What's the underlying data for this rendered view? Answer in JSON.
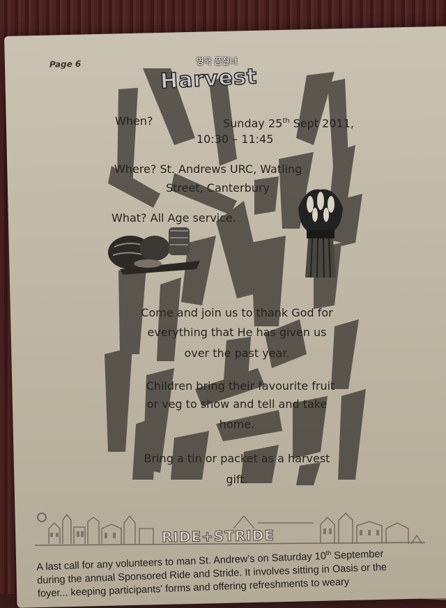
{
  "overlay": {
    "caption": "영국 품절녀"
  },
  "page": {
    "label": "Page 6"
  },
  "flyer": {
    "title": "Harvest",
    "when_label": "When?",
    "when_date_day": "Sunday 25",
    "when_date_sup": "th",
    "when_date_rest": " Sept 2011,",
    "when_time": "10:30 – 11:45",
    "where_line1": "Where? St. Andrews URC, Watling",
    "where_line2": "Street, Canterbury",
    "what": "What? All Age service.",
    "invite_line1": "Come and join us to thank God for",
    "invite_line2": "everything that He has given us",
    "invite_line3": "over the past year.",
    "children_line1": "Children bring their favourite fruit",
    "children_line2": "or veg to show and tell and take",
    "children_line3": "home.",
    "gift_line1": "Bring a tin or packet as a harvest",
    "gift_line2": "gift."
  },
  "banner": {
    "title": "RIDE+STRIDE"
  },
  "notice": {
    "line1_a": "A last call for any volunteers to man St. Andrew’s on Saturday 10",
    "line1_sup": "th",
    "line1_b": " September",
    "line2": "during the annual Sponsored Ride and Stride. It involves sitting in Oasis or the",
    "line3": "foyer... keeping participants' forms and offering refreshments to weary"
  },
  "colors": {
    "paper": "#c5bead",
    "ink": "#262320",
    "stripes": "#3e3a35",
    "background_cloth": "#3a1d1a"
  },
  "icons": [
    "pumpkin-basket-illustration",
    "wheat-sheaf-illustration",
    "town-skyline-illustration"
  ]
}
